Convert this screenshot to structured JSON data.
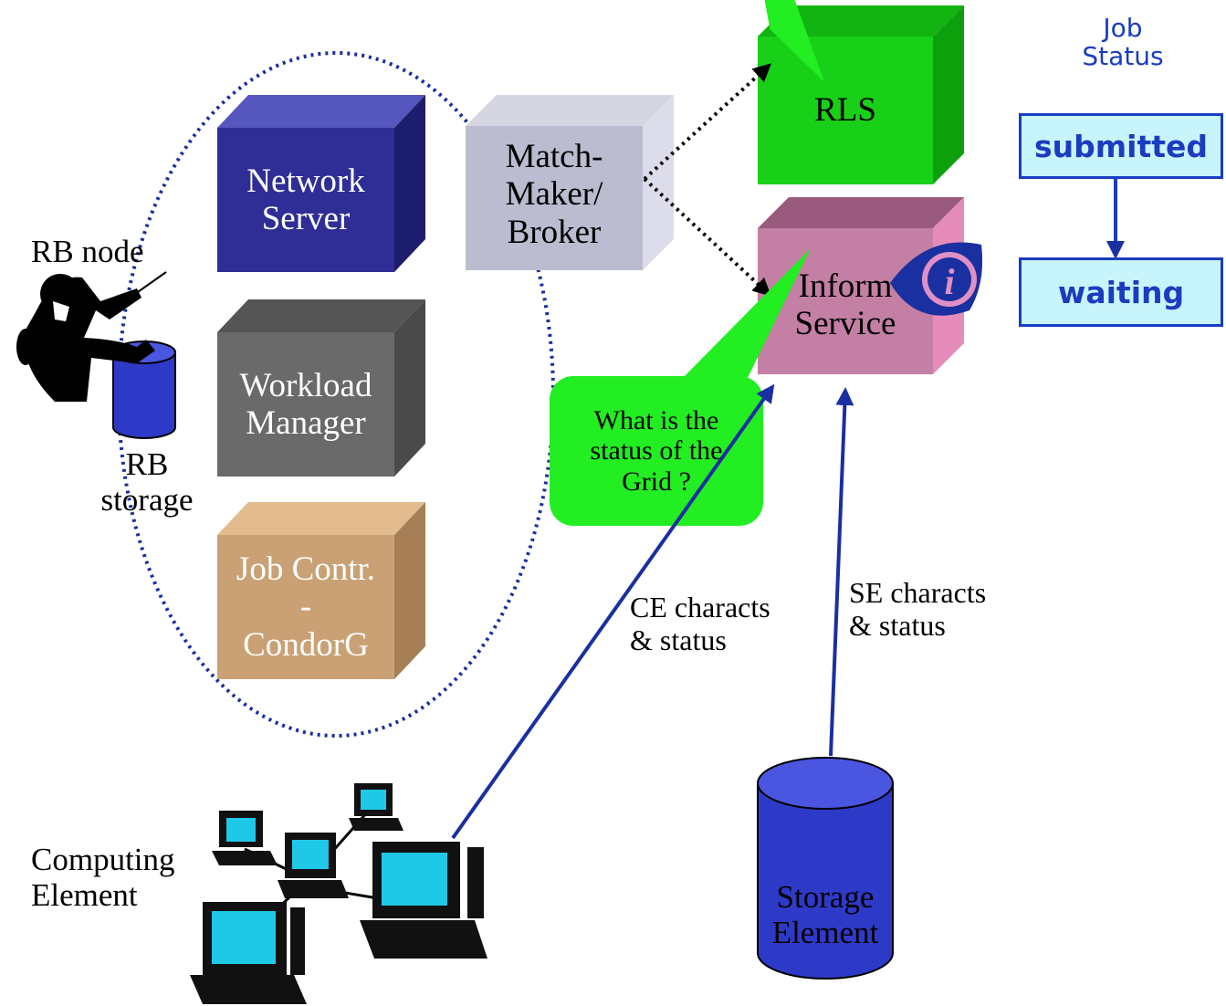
{
  "rb_node": {
    "label": "RB node"
  },
  "rb_storage": {
    "line1": "RB",
    "line2": "storage"
  },
  "network_server": {
    "line1": "Network",
    "line2": "Server"
  },
  "workload_manager": {
    "line1": "Workload",
    "line2": "Manager"
  },
  "job_controller": {
    "line1": "Job Contr.",
    "line2": "-",
    "line3": "CondorG"
  },
  "matchmaker": {
    "line1": "Match-",
    "line2": "Maker/",
    "line3": "Broker"
  },
  "rls": {
    "label": "RLS"
  },
  "info_service": {
    "line1": "Inform",
    "line2": "Service",
    "icon": "info-icon"
  },
  "callout": {
    "line1": "What is the",
    "line2": "status of the",
    "line3": "Grid ?"
  },
  "ce_link": {
    "line1": "CE characts",
    "line2": "& status"
  },
  "se_link": {
    "line1": "SE characts",
    "line2": "& status"
  },
  "computing_element": {
    "line1": "Computing",
    "line2": "Element"
  },
  "storage_element": {
    "line1": "Storage",
    "line2": "Element"
  },
  "job_status": {
    "title_line1": "Job",
    "title_line2": "Status",
    "states": [
      "submitted",
      "waiting"
    ]
  },
  "colors": {
    "network_server": "#2e2e96",
    "workload_manager": "#6a6a6a",
    "job_controller": "#c9a174",
    "matchmaker": "#bcbcd0",
    "rls": "#18d018",
    "info_service": "#c47fa4",
    "callout": "#22ee22",
    "link": "#1a2fa0",
    "status_text": "#1a3cc0"
  }
}
